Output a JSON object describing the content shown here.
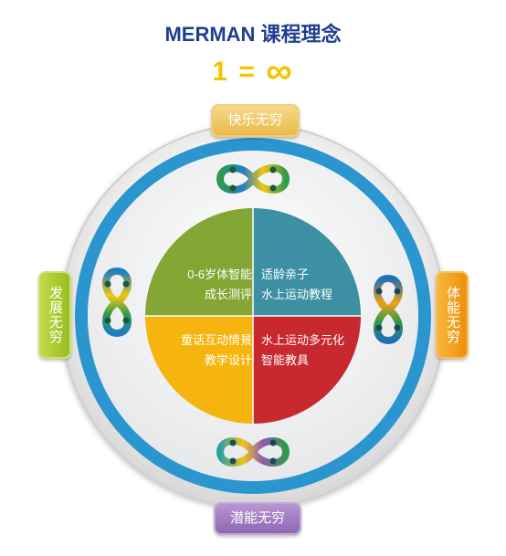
{
  "header": {
    "title": "MERMAN 课程理念",
    "equation_left": "1 =",
    "equation_symbol": "∞"
  },
  "tags": {
    "top": "快乐无穷",
    "bottom": "潜能无穷",
    "left": "发展无穷",
    "right": "体能无穷"
  },
  "quadrants": {
    "top_left": {
      "line1": "0-6岁体智能",
      "line2": "成长测评",
      "color": "#84a634"
    },
    "top_right": {
      "line1": "适龄亲子",
      "line2": "水上运动教程",
      "color": "#3d8fa3"
    },
    "bottom_left": {
      "line1": "童话互动情景",
      "line2": "教学设计",
      "color": "#f6b50e"
    },
    "bottom_right": {
      "line1": "水上运动多元化",
      "line2": "智能教具",
      "color": "#c7292f"
    }
  },
  "colors": {
    "title": "#1e3f8f",
    "equation": "#f5c400",
    "ring_blue": "#2b95cf"
  }
}
